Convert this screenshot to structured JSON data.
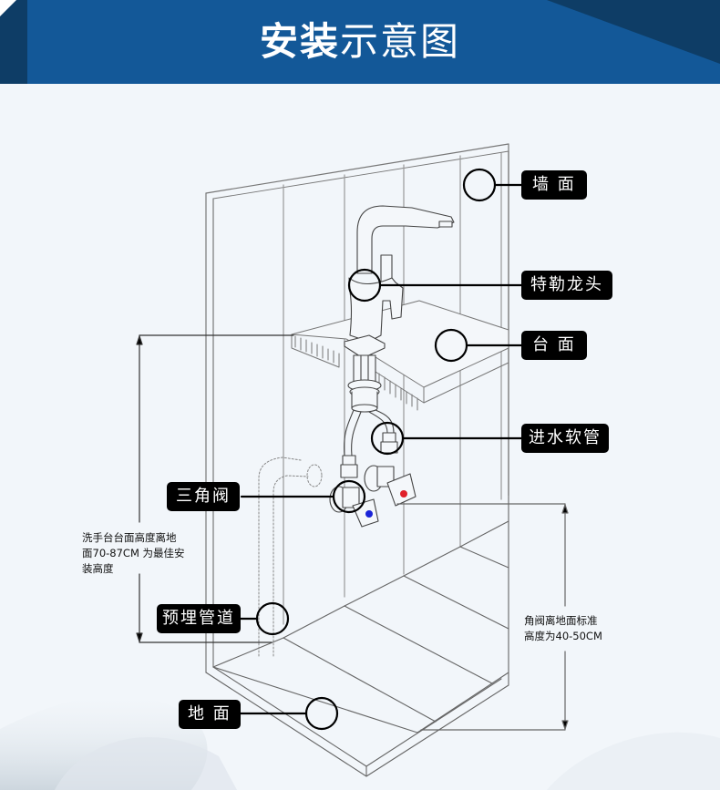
{
  "header": {
    "title_bold": "安装",
    "title_light": "示意图",
    "color": "#135898"
  },
  "labels": {
    "wall": "墙 面",
    "faucet": "特勒龙头",
    "countertop": "台 面",
    "inlet_hose": "进水软管",
    "angle_valve": "三角阀",
    "embedded_pipe": "预埋管道",
    "floor": "地 面"
  },
  "notes": {
    "basin_height_line1": "洗手台台面高度离地",
    "basin_height_line2": "面70-87CM 为最佳安",
    "basin_height_line3": "装高度",
    "valve_height_line1": "角阀离地面标准",
    "valve_height_line2": "高度为40-50CM"
  },
  "colors": {
    "hot": "#e0202a",
    "cold": "#1a23d8",
    "line": "#555555"
  }
}
